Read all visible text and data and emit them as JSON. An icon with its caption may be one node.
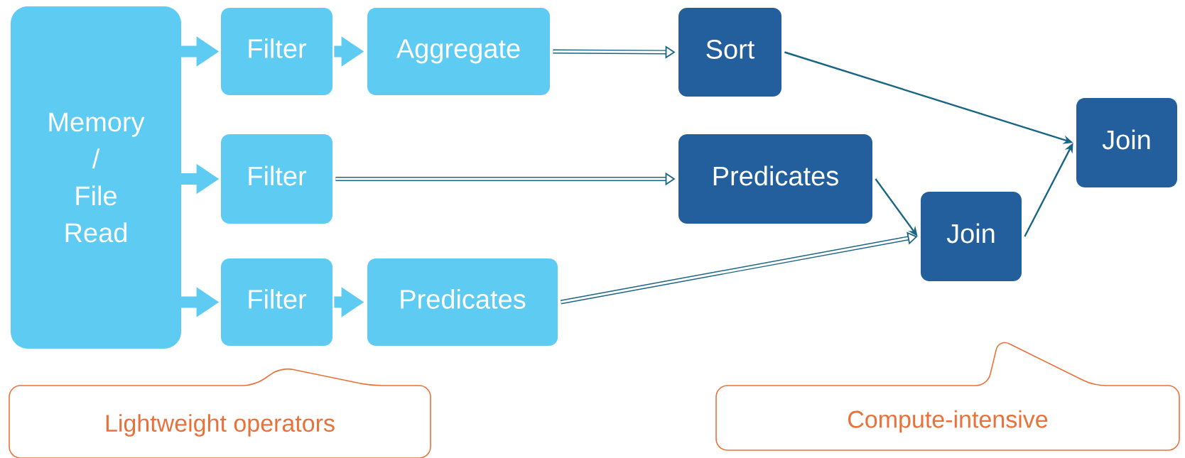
{
  "diagram": {
    "nodes": [
      {
        "text": [
          "Memory / File Read"
        ]
      },
      {
        "text": [
          "Filter"
        ]
      },
      {
        "text": [
          "Aggregate"
        ]
      },
      {
        "text": [
          "Sort"
        ]
      },
      {
        "text": [
          "Filter"
        ]
      },
      {
        "text": [
          "Predicates"
        ]
      },
      {
        "text": [
          "Join"
        ]
      },
      {
        "text": [
          "Join"
        ]
      },
      {
        "text": [
          "Filter"
        ]
      },
      {
        "text": [
          "Predicates"
        ]
      },
      {
        "text": [
          "Lightweight operators"
        ]
      },
      {
        "text": [
          "Compute-intensive"
        ]
      }
    ],
    "edges": [
      {
        "from": 0,
        "to": 1,
        "arrow": "to",
        "style": "thick",
        "color": "#5ecbf3"
      },
      {
        "from": 0,
        "to": 4,
        "arrow": "to",
        "style": "thick",
        "color": "#5ecbf3"
      },
      {
        "from": 0,
        "to": 8,
        "arrow": "to",
        "style": "thick",
        "color": "#5ecbf3"
      },
      {
        "from": 1,
        "to": 2,
        "arrow": "to",
        "style": "thick",
        "color": "#5ecbf3"
      },
      {
        "from": 8,
        "to": 9,
        "arrow": "to",
        "style": "thick",
        "color": "#5ecbf3"
      },
      {
        "from": 2,
        "to": 3,
        "arrow": "to"
      },
      {
        "from": 4,
        "to": 5,
        "arrow": "to"
      },
      {
        "from": 9,
        "to": 7,
        "arrow": "to"
      },
      {
        "from": 3,
        "to": 6,
        "arrow": "to"
      },
      {
        "from": 5,
        "to": 7,
        "arrow": "to"
      },
      {
        "from": 7,
        "to": 6,
        "arrow": "to"
      }
    ]
  }
}
